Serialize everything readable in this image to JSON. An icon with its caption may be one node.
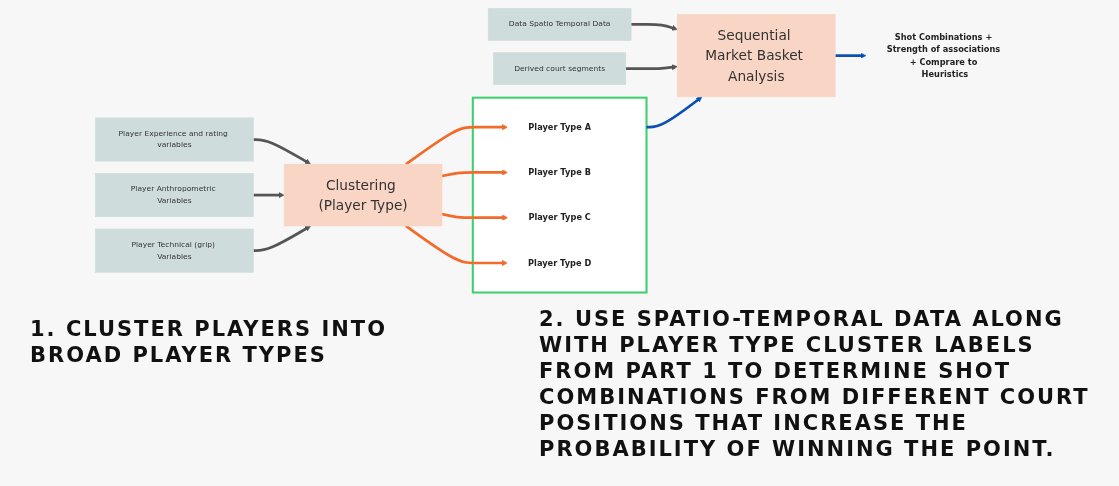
{
  "diagram": {
    "nodes": [
      {
        "text": [
          "Player Experience and rating variables"
        ]
      },
      {
        "text": [
          "Player Anthropometric Variables"
        ]
      },
      {
        "text": [
          "Player Technical (grip) Variables"
        ]
      },
      {
        "text": [
          "Clustering (Player Type)"
        ]
      },
      {
        "text": [],
        "shape": "box"
      },
      {
        "text": [
          "Player Type A"
        ],
        "in": 4
      },
      {
        "text": [
          "Player Type B"
        ],
        "in": 4
      },
      {
        "text": [
          "Player Type C"
        ],
        "in": 4
      },
      {
        "text": [
          "Player Type D"
        ],
        "in": 4
      },
      {
        "text": [
          "Data Spatio Temporal Data"
        ]
      },
      {
        "text": [
          "Derived court segments"
        ]
      },
      {
        "text": [
          "Sequential Market Basket Analysis"
        ]
      },
      {
        "text": [
          "Shot Combinations + Strength of associations + Comprare to Heuristics"
        ]
      }
    ],
    "edges": [
      {
        "from": 0,
        "to": 3,
        "arrow": "to"
      },
      {
        "from": 1,
        "to": 3,
        "arrow": "to"
      },
      {
        "from": 2,
        "to": 3,
        "arrow": "to"
      },
      {
        "from": 3,
        "to": 5,
        "arrow": "to",
        "color": "#f26b2a"
      },
      {
        "from": 3,
        "to": 6,
        "arrow": "to",
        "color": "#f26b2a"
      },
      {
        "from": 3,
        "to": 7,
        "arrow": "to",
        "color": "#f26b2a"
      },
      {
        "from": 3,
        "to": 8,
        "arrow": "to",
        "color": "#f26b2a"
      },
      {
        "from": 4,
        "to": 11,
        "arrow": "to",
        "color": "#0a4fb3"
      },
      {
        "from": 9,
        "to": 11,
        "arrow": "to"
      },
      {
        "from": 10,
        "to": 11,
        "arrow": "to"
      },
      {
        "from": 11,
        "to": 12,
        "arrow": "to",
        "color": "#0a4fb3"
      }
    ],
    "labels": [
      "1. CLUSTER PLAYERS INTO BROAD PLAYER TYPES",
      "2. USE SPATIO-TEMPORAL DATA ALONG WITH PLAYER TYPE CLUSTER LABELS FROM PART 1 TO DETERMINE SHOT COMBINATIONS FROM DIFFERENT COURT POSITIONS THAT INCREASE THE PROBABILITY OF WINNING THE POINT."
    ]
  }
}
